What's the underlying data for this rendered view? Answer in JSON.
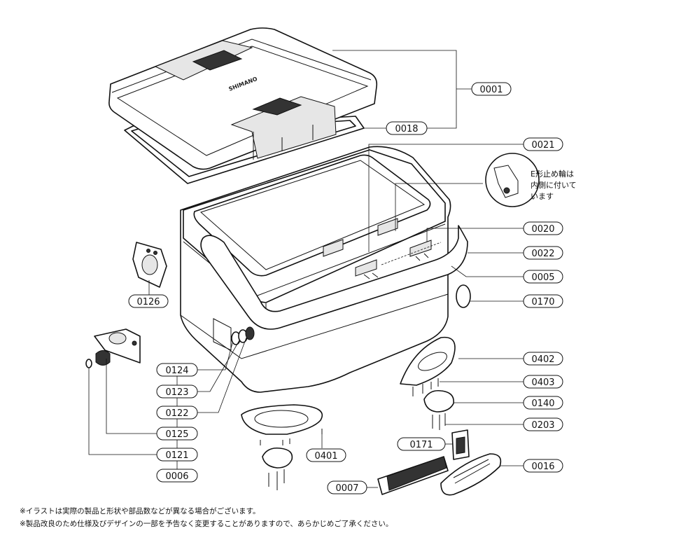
{
  "parts": {
    "p0001": "0001",
    "p0018": "0018",
    "p0021": "0021",
    "p0020": "0020",
    "p0022": "0022",
    "p0005": "0005",
    "p0170": "0170",
    "p0126": "0126",
    "p0124": "0124",
    "p0123": "0123",
    "p0122": "0122",
    "p0125": "0125",
    "p0121": "0121",
    "p0006": "0006",
    "p0402": "0402",
    "p0403": "0403",
    "p0140": "0140",
    "p0203": "0203",
    "p0171": "0171",
    "p0401": "0401",
    "p0016": "0016",
    "p0007": "0007"
  },
  "callout": {
    "line1": "E形止め輪は",
    "line2": "内側に付いて",
    "line3": "います"
  },
  "lid_brand": "SHIMANO",
  "footnotes": {
    "line1": "※イラストは実際の製品と形状や部品数などが異なる場合がございます。",
    "line2": "※製品改良のため仕様及びデザインの一部を予告なく変更することがありますので、あらかじめご了承ください。"
  }
}
